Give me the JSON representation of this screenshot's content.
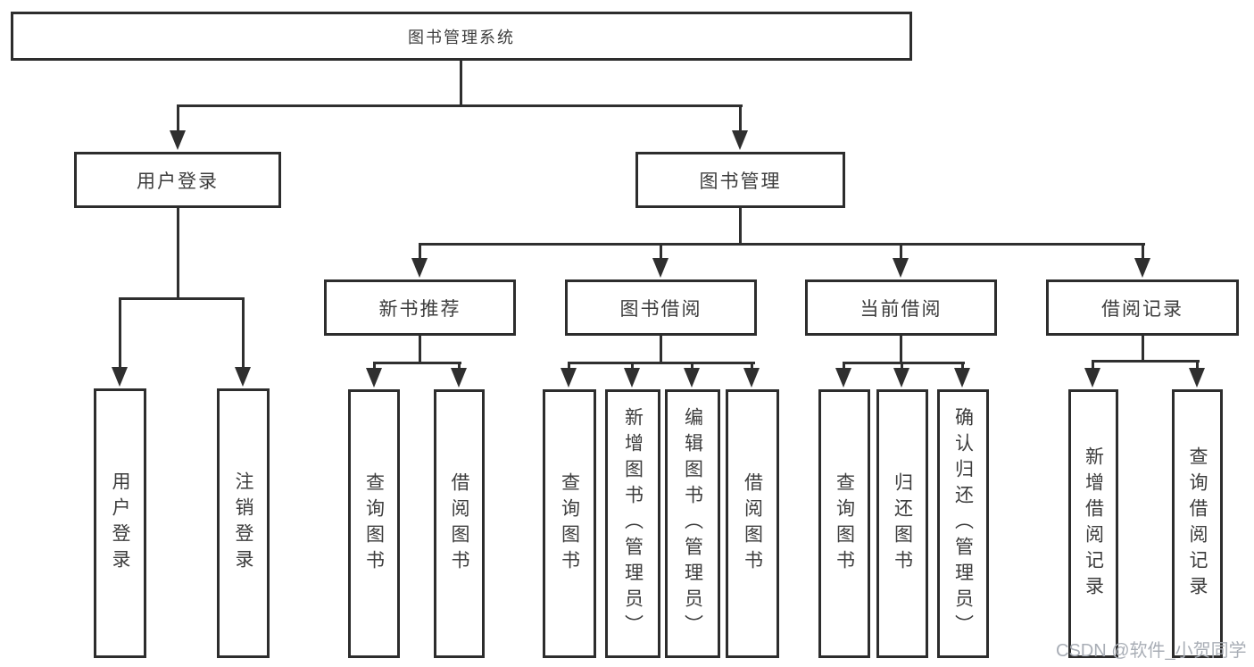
{
  "nodes": {
    "root": "图书管理系统",
    "user_login": "用户登录",
    "book_management": "图书管理",
    "new_book_recommend": "新书推荐",
    "book_borrow": "图书借阅",
    "current_borrow": "当前借阅",
    "borrow_record": "借阅记录",
    "user_leaves": [
      "用户登录",
      "注销登录"
    ],
    "recommend_leaves": [
      "查询图书",
      "借阅图书"
    ],
    "borrow_leaves": [
      "查询图书",
      "新增图书（管理员）",
      "编辑图书（管理员）",
      "借阅图书"
    ],
    "current_leaves": [
      "查询图书",
      "归还图书",
      "确认归还（管理员）"
    ],
    "record_leaves": [
      "新增借阅记录",
      "查询借阅记录"
    ]
  },
  "watermark": "CSDN @软件_小贺同学",
  "colors": {
    "line": "#2f2f2f",
    "text": "#3d3d3d",
    "watermark": "#a9aeb6",
    "background": "#ffffff"
  }
}
